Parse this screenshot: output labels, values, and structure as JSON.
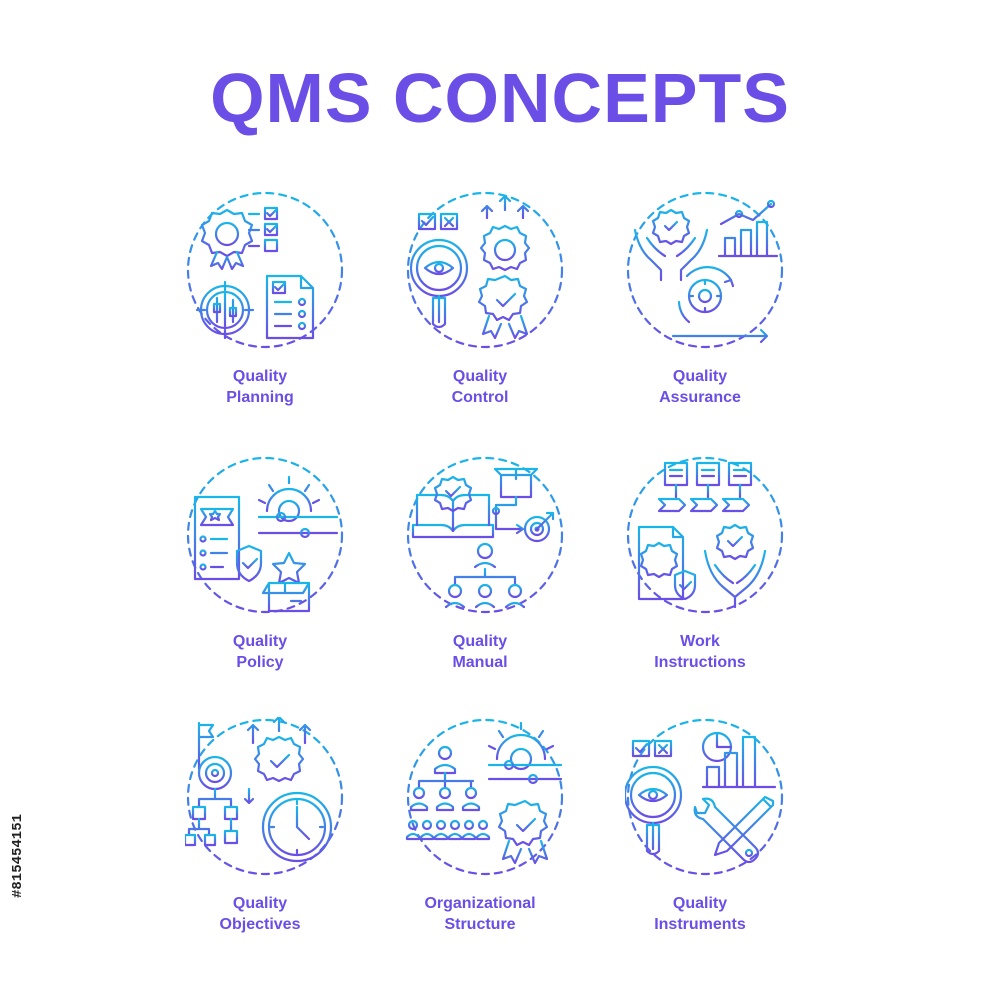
{
  "title": "QMS CONCEPTS",
  "colors": {
    "gradient_top": "#19b6e8",
    "gradient_bottom": "#6a4ee6",
    "text": "#6a4ee6"
  },
  "concepts": [
    {
      "line1": "Quality",
      "line2": "Planning",
      "icon": "quality-planning-icon"
    },
    {
      "line1": "Quality",
      "line2": "Control",
      "icon": "quality-control-icon"
    },
    {
      "line1": "Quality",
      "line2": "Assurance",
      "icon": "quality-assurance-icon"
    },
    {
      "line1": "Quality",
      "line2": "Policy",
      "icon": "quality-policy-icon"
    },
    {
      "line1": "Quality",
      "line2": "Manual",
      "icon": "quality-manual-icon"
    },
    {
      "line1": "Work",
      "line2": "Instructions",
      "icon": "work-instructions-icon"
    },
    {
      "line1": "Quality",
      "line2": "Objectives",
      "icon": "quality-objectives-icon"
    },
    {
      "line1": "Organizational",
      "line2": "Structure",
      "icon": "organizational-structure-icon"
    },
    {
      "line1": "Quality",
      "line2": "Instruments",
      "icon": "quality-instruments-icon"
    }
  ],
  "stock_id": "#815454151"
}
